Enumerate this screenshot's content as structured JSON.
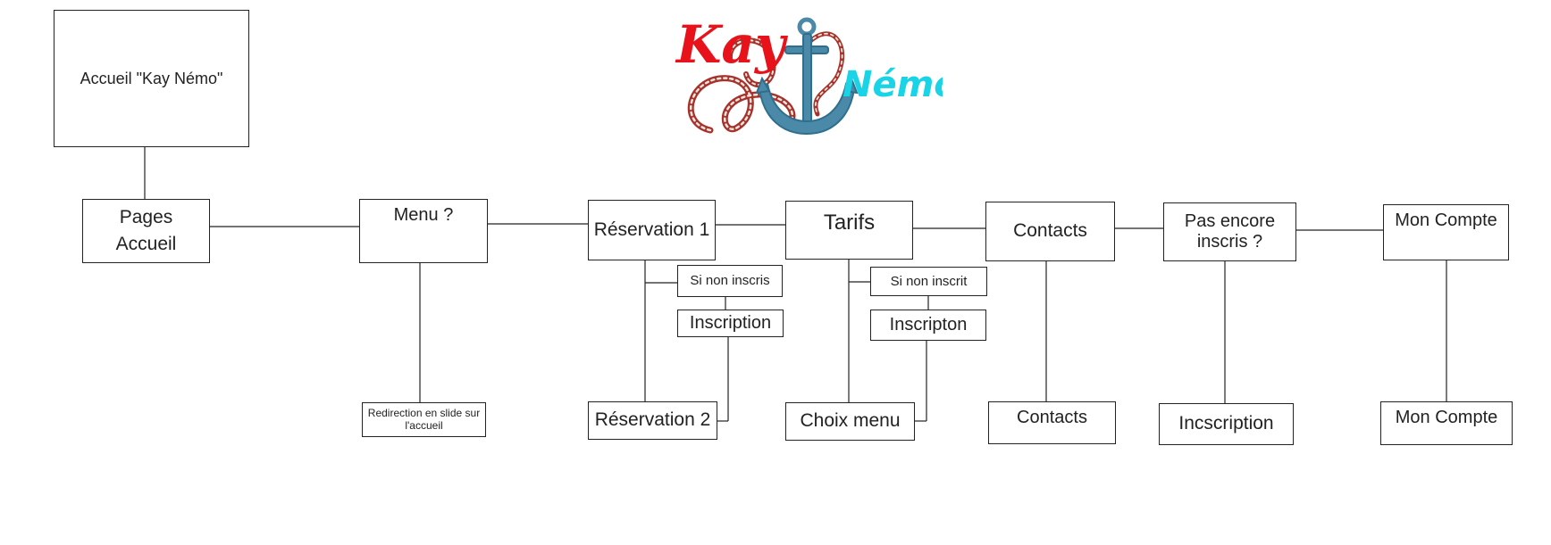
{
  "logo": {
    "word1": "Kay",
    "word2": "Némo"
  },
  "nodes": {
    "home": "Accueil \"Kay Némo\"",
    "pages_line1": "Pages",
    "pages_line2": "Accueil",
    "menu": "Menu ?",
    "menu_child": "Redirection en slide sur l'accueil",
    "reservation1": "Réservation 1",
    "res_not_registered": "Si non inscris",
    "res_signup": "Inscription",
    "reservation2": "Réservation 2",
    "tarifs": "Tarifs",
    "tarifs_not_registered": "Si non inscrit",
    "tarifs_signup": "Inscripton",
    "choice_menu": "Choix menu",
    "contacts": "Contacts",
    "contacts_child": "Contacts",
    "not_yet_line1": "Pas encore",
    "not_yet_line2": "inscris ?",
    "not_yet_child": "Incscription",
    "account": "Mon Compte",
    "account_child": "Mon Compte"
  },
  "colors": {
    "line": "#222222",
    "logo_red": "#e8121a",
    "logo_cyan": "#18d4e6",
    "rope": "#a5332c",
    "anchor": "#4a8aa8"
  }
}
